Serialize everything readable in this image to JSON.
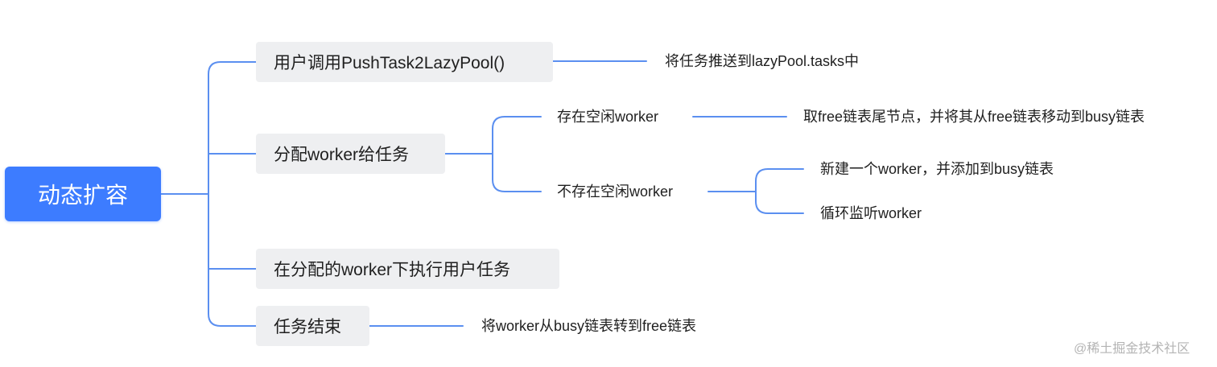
{
  "root": {
    "label": "动态扩容"
  },
  "branch_push": {
    "label": "用户调用PushTask2LazyPool()",
    "child": "将任务推送到lazyPool.tasks中"
  },
  "branch_assign": {
    "label": "分配worker给任务",
    "idle": {
      "label": "存在空闲worker",
      "child": "取free链表尾节点，并将其从free链表移动到busy链表"
    },
    "no_idle": {
      "label": "不存在空闲worker",
      "children": [
        "新建一个worker，并添加到busy链表",
        "循环监听worker"
      ]
    }
  },
  "branch_execute": {
    "label": "在分配的worker下执行用户任务"
  },
  "branch_finish": {
    "label": "任务结束",
    "child": "将worker从busy链表转到free链表"
  },
  "watermark": "@稀土掘金技术社区",
  "colors": {
    "root_fill": "#3d7cff",
    "connector": "#5b8ff0",
    "box_fill": "#eeeff1"
  }
}
